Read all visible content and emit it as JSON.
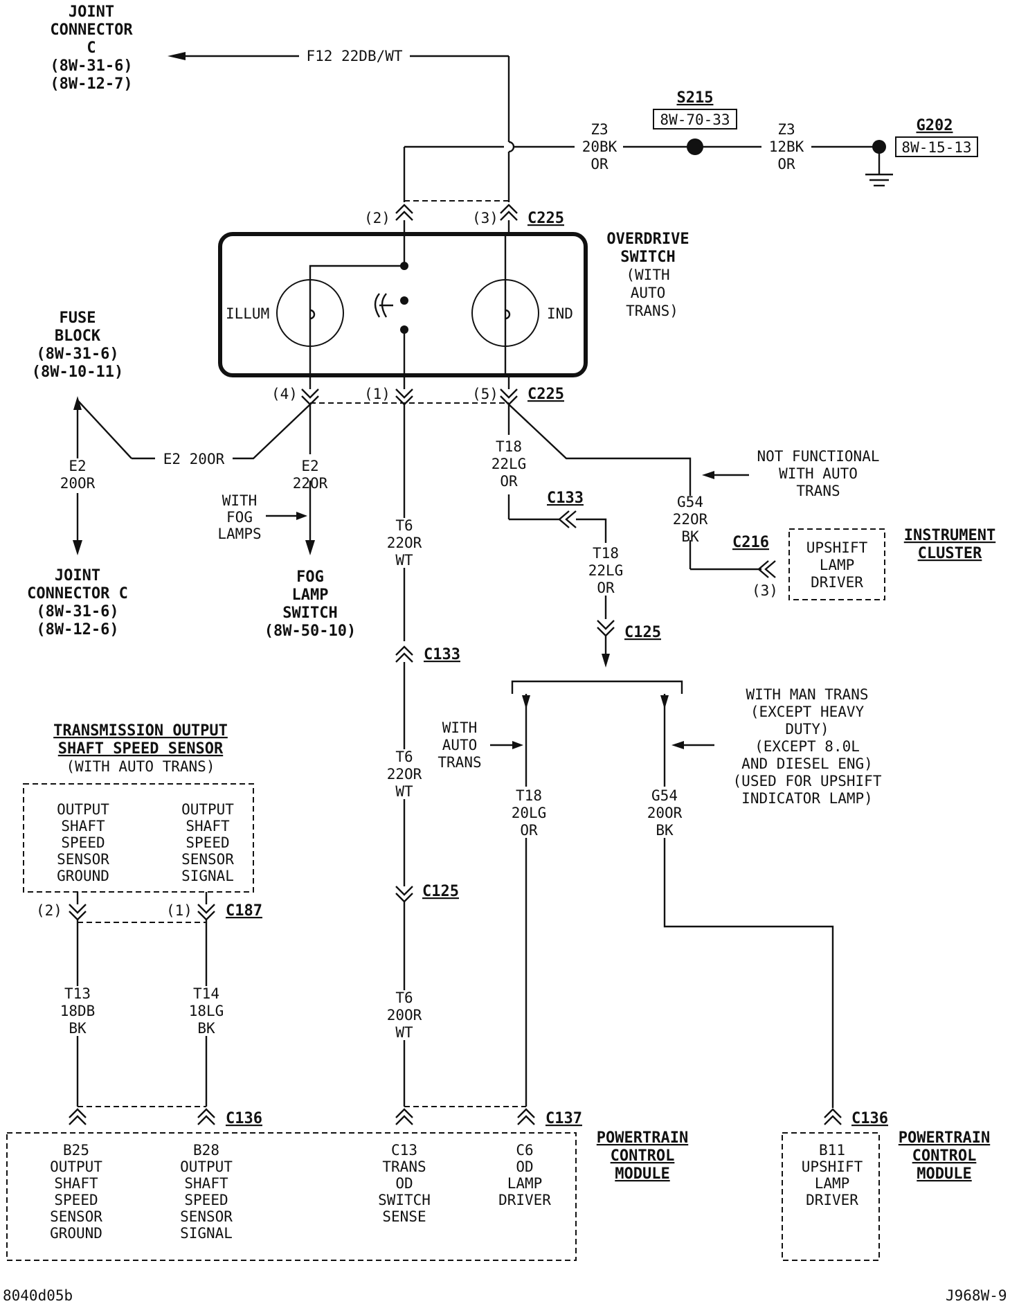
{
  "labels": {
    "jc_top": [
      "JOINT",
      "CONNECTOR",
      "C",
      "(8W-31-6)",
      "(8W-12-7)"
    ],
    "f12_wire": "F12 22DB/WT",
    "s215": {
      "name": "S215",
      "ref": "8W-70-33"
    },
    "z3_left": [
      "Z3",
      "20BK",
      "OR"
    ],
    "z3_right": [
      "Z3",
      "12BK",
      "OR"
    ],
    "g202": {
      "name": "G202",
      "ref": "8W-15-13"
    },
    "c225_top": {
      "pin2": "(2)",
      "pin3": "(3)",
      "name": "C225"
    },
    "overdrive_switch": [
      "OVERDRIVE",
      "SWITCH",
      "(WITH",
      "AUTO",
      "TRANS)"
    ],
    "illum": "ILLUM",
    "ind": "IND",
    "fuse_block": [
      "FUSE",
      "BLOCK",
      "(8W-31-6)",
      "(8W-10-11)"
    ],
    "c225_bottom": {
      "pin4": "(4)",
      "pin1": "(1)",
      "pin5": "(5)",
      "name": "C225"
    },
    "e2_horizontal": "E2 20OR",
    "e2_left": [
      "E2",
      "20OR"
    ],
    "jc_bottom": [
      "JOINT",
      "CONNECTOR C",
      "(8W-31-6)",
      "(8W-12-6)"
    ],
    "e2_fog": [
      "E2",
      "22OR"
    ],
    "with_fog": [
      "WITH",
      "FOG",
      "LAMPS"
    ],
    "fog_switch": [
      "FOG",
      "LAMP",
      "SWITCH",
      "(8W-50-10)"
    ],
    "t6_a": [
      "T6",
      "22OR",
      "WT"
    ],
    "c133_mid": "C133",
    "t6_b": [
      "T6",
      "22OR",
      "WT"
    ],
    "c125_mid": "C125",
    "t6_c": [
      "T6",
      "20OR",
      "WT"
    ],
    "t18_a": [
      "T18",
      "22LG",
      "OR"
    ],
    "c133_right": "C133",
    "t18_b": [
      "T18",
      "22LG",
      "OR"
    ],
    "c125_right": "C125",
    "not_functional": [
      "NOT FUNCTIONAL",
      "WITH AUTO",
      "TRANS"
    ],
    "g54_a": [
      "G54",
      "22OR",
      "BK"
    ],
    "c216": {
      "name": "C216",
      "pin": "(3)"
    },
    "upshift_driver": [
      "UPSHIFT",
      "LAMP",
      "DRIVER"
    ],
    "instrument_cluster": [
      "INSTRUMENT",
      "CLUSTER"
    ],
    "with_auto": [
      "WITH",
      "AUTO",
      "TRANS"
    ],
    "t18_c": [
      "T18",
      "20LG",
      "OR"
    ],
    "g54_b": [
      "G54",
      "20OR",
      "BK"
    ],
    "man_trans_note": [
      "WITH MAN TRANS",
      "(EXCEPT HEAVY",
      "DUTY)",
      "(EXCEPT 8.0L",
      "AND DIESEL ENG)",
      "(USED FOR UPSHIFT",
      "INDICATOR LAMP)"
    ],
    "toss_title": [
      "TRANSMISSION OUTPUT",
      "SHAFT SPEED SENSOR",
      "(WITH AUTO TRANS)"
    ],
    "toss_ground": [
      "OUTPUT",
      "SHAFT",
      "SPEED",
      "SENSOR",
      "GROUND"
    ],
    "toss_signal": [
      "OUTPUT",
      "SHAFT",
      "SPEED",
      "SENSOR",
      "SIGNAL"
    ],
    "c187": {
      "pin2": "(2)",
      "pin1": "(1)",
      "name": "C187"
    },
    "t13": [
      "T13",
      "18DB",
      "BK"
    ],
    "t14": [
      "T14",
      "18LG",
      "BK"
    ],
    "c136_left": "C136",
    "c137": "C137",
    "c136_right": "C136",
    "pcm_b25": [
      "B25",
      "OUTPUT",
      "SHAFT",
      "SPEED",
      "SENSOR",
      "GROUND"
    ],
    "pcm_b28": [
      "B28",
      "OUTPUT",
      "SHAFT",
      "SPEED",
      "SENSOR",
      "SIGNAL"
    ],
    "pcm_c13": [
      "C13",
      "TRANS",
      "OD",
      "SWITCH",
      "SENSE"
    ],
    "pcm_c6": [
      "C6",
      "OD",
      "LAMP",
      "DRIVER"
    ],
    "pcm_b11": [
      "B11",
      "UPSHIFT",
      "LAMP",
      "DRIVER"
    ],
    "pcm_label_left": [
      "POWERTRAIN",
      "CONTROL",
      "MODULE"
    ],
    "pcm_label_right": [
      "POWERTRAIN",
      "CONTROL",
      "MODULE"
    ],
    "footer_left": "8040d05b",
    "footer_right": "J968W-9"
  }
}
